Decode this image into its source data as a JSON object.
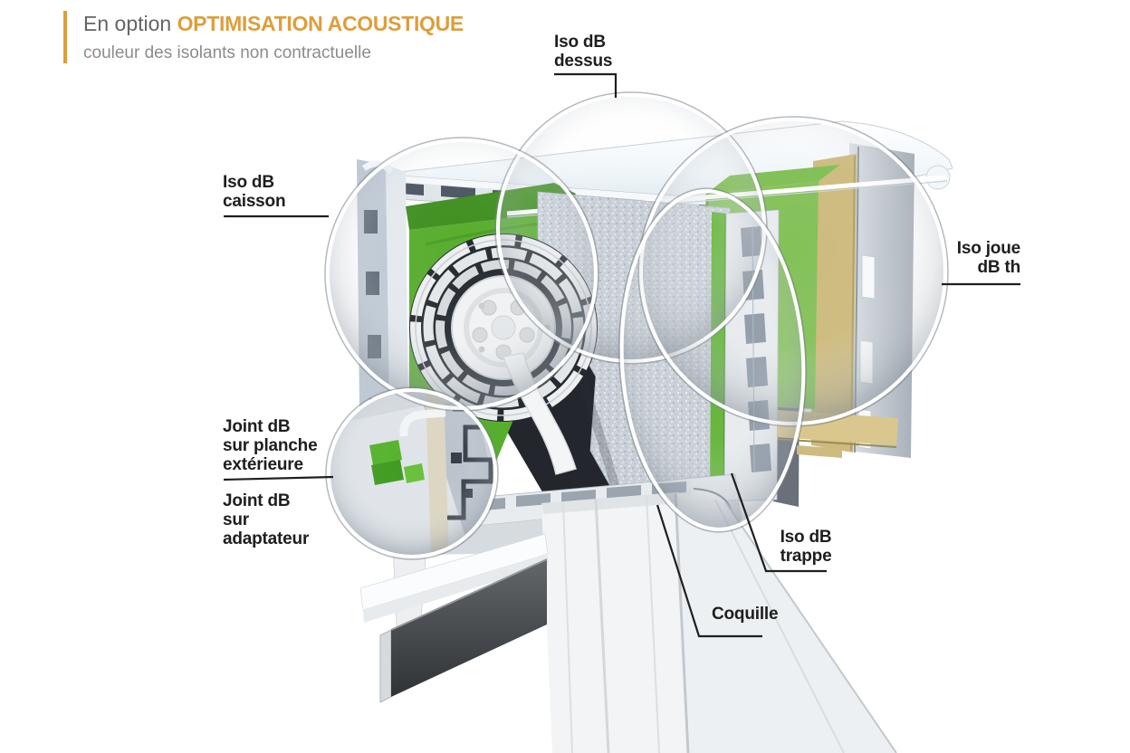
{
  "header": {
    "prefix": "En option",
    "title": "OPTIMISATION ACOUSTIQUE",
    "subtitle": "couleur des isolants non contractuelle"
  },
  "callouts": {
    "dessus": {
      "line1": "Iso dB",
      "line2": "dessus"
    },
    "caisson": {
      "line1": "Iso dB",
      "line2": "caisson"
    },
    "joue": {
      "line1": "Iso joue",
      "line2": "dB th"
    },
    "joint_planche": {
      "line1": "Joint dB",
      "line2": "sur planche",
      "line3": "extérieure"
    },
    "joint_adaptateur": {
      "line1": "Joint dB",
      "line2": "sur",
      "line3": "adaptateur"
    },
    "trappe": {
      "line1": "Iso dB",
      "line2": "trappe"
    },
    "coquille": {
      "line1": "Coquille"
    }
  },
  "colors": {
    "accent": "#DD9E3C",
    "label_text": "#1E1E1E",
    "leader_line": "#1F1F1F",
    "green_main": "#57AD2D",
    "green_dark": "#3F8F1F",
    "green_light": "#7FBE52",
    "foam_grey": "#C9CED6",
    "wood": "#CDBA7D",
    "pvc_light": "#E8ECEF",
    "pvc_slot": "#4A5460",
    "cavity": "#23272D",
    "bar_dark": "#3A3D40"
  }
}
